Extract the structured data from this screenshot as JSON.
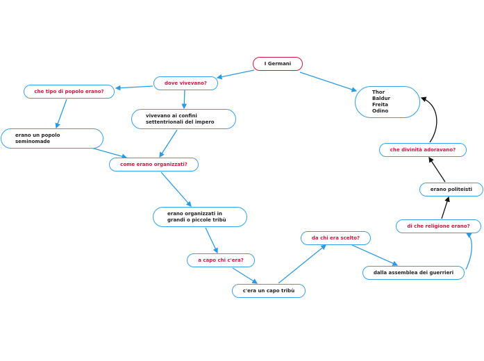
{
  "nodes": {
    "root": "I Germani",
    "dove": "dove vivevano?",
    "che_tipo": "che tipo di popolo erano?",
    "vivevano": "vivevano ai confini\nsettentrionali del impero",
    "seminomade": "erano un popolo\nseminomade",
    "come": "come erano organizzati?",
    "organizzati": "erano organizzati in\ngrandi o piccole tribù",
    "a_capo": "a capo chi c'era?",
    "capo_tribu": "c'era un capo tribù",
    "da_chi": "da chi era scelto?",
    "assemblea": "dalla assemblea dei guerrieri",
    "religione": "di che religione erano?",
    "politeisti": "erano politeisti",
    "divinita": "che divinità adoravano?",
    "dei": "Thor\nBaldur\nFreita\nOdino"
  },
  "colors": {
    "edge": "#2a9be0",
    "question": "#d0173f",
    "root_border": "#d0173f",
    "black_edge": "#111111"
  }
}
